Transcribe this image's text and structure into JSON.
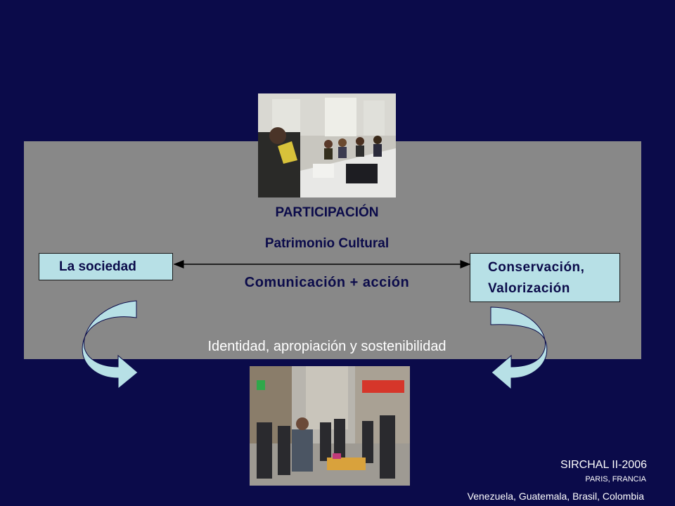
{
  "diagram": {
    "heading": "PARTICIPACIÓN",
    "subheading": "Patrimonio Cultural",
    "left_box": "La sociedad",
    "right_box_line1": "Conservación,",
    "right_box_line2": "Valorización",
    "connector_label": "Comunicación + acción",
    "bottom_label": "Identidad, apropiación y sostenibilidad"
  },
  "footer": {
    "title": "SIRCHAL II-2006",
    "location": "PARIS, FRANCIA",
    "countries": "Venezuela, Guatemala, Brasil, Colombia"
  },
  "colors": {
    "background": "#0b0b4a",
    "panel": "#888888",
    "box_fill": "#b7e0e6",
    "text_dark": "#0b0b4a",
    "arrow_fill": "#b7e0e6"
  }
}
